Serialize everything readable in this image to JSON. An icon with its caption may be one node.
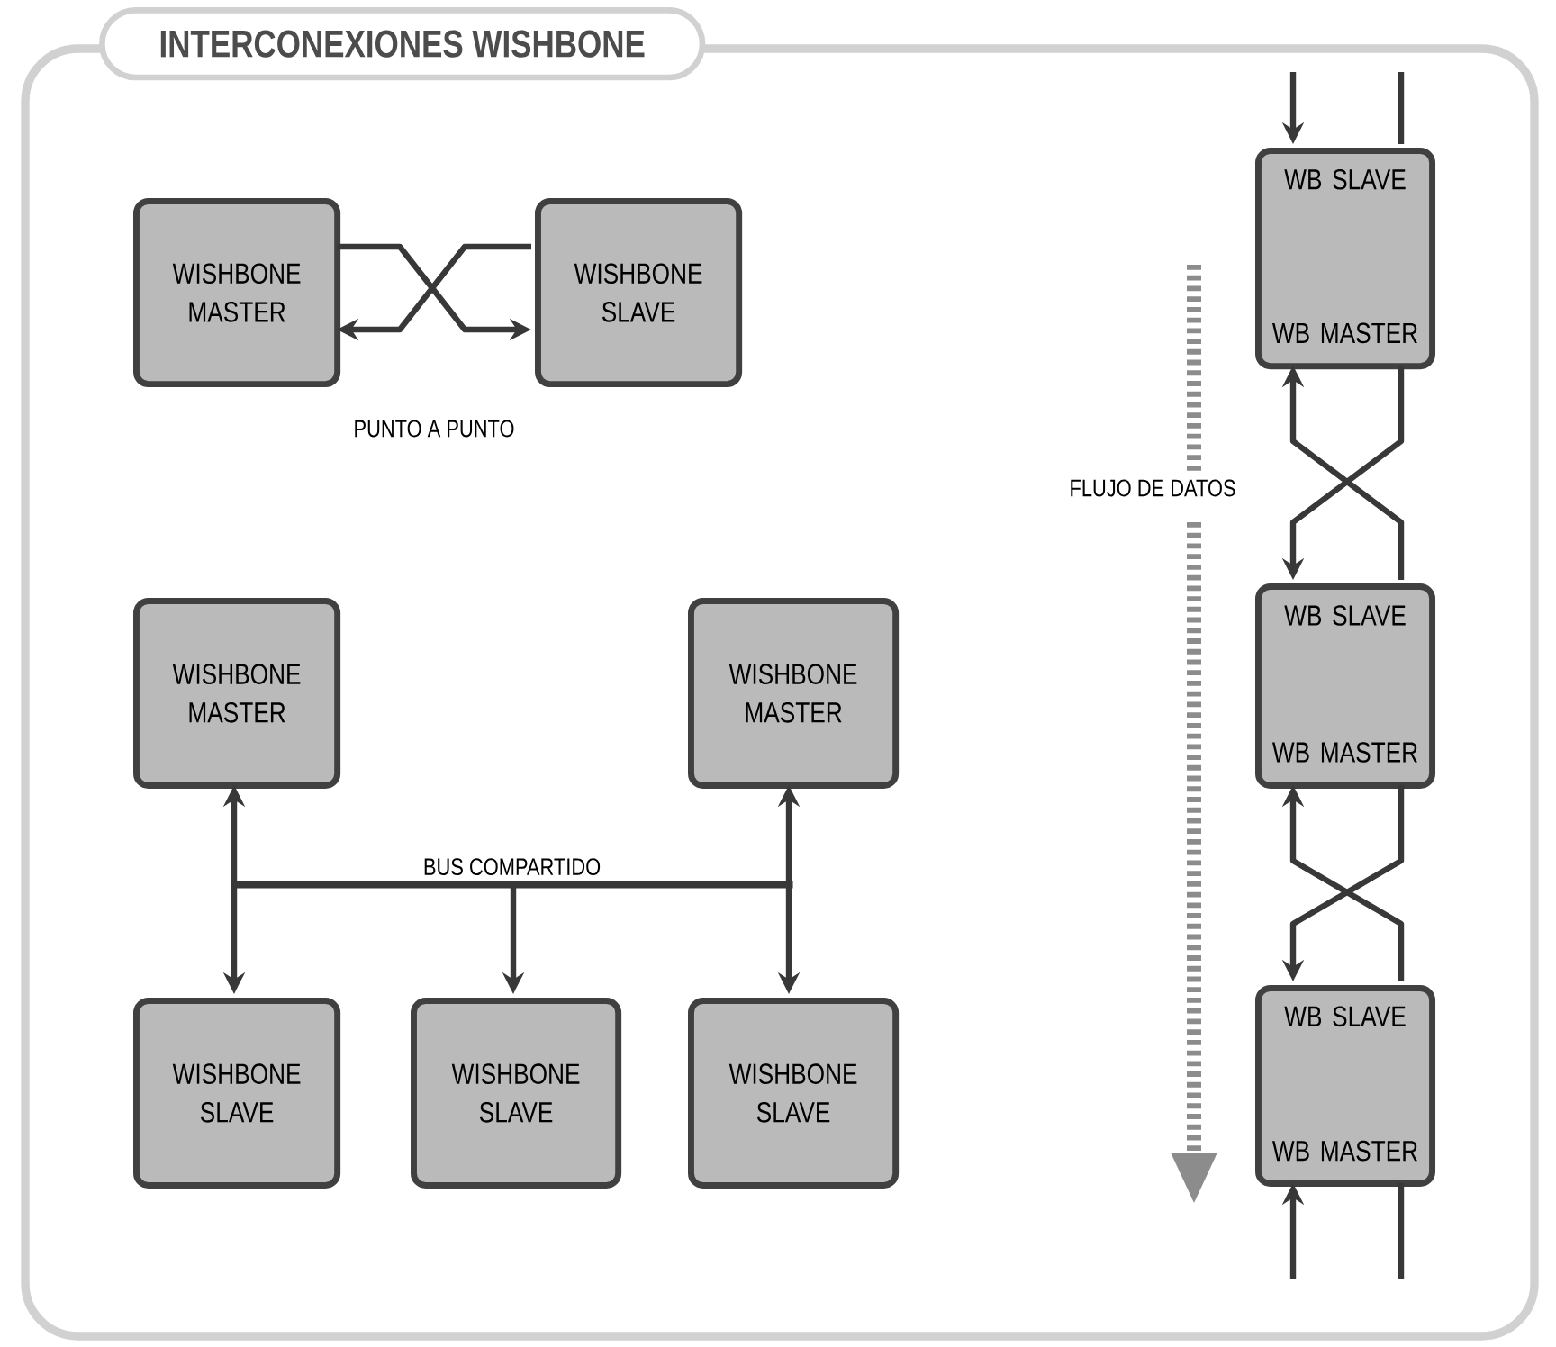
{
  "diagram": {
    "title": "INTERCONEXIONES WISHBONE",
    "nodes": [
      {
        "text": [
          "WISHBONE MASTER"
        ]
      },
      {
        "text": [
          "WISHBONE SLAVE"
        ]
      },
      {
        "text": [
          "WISHBONE MASTER"
        ]
      },
      {
        "text": [
          "WISHBONE MASTER"
        ]
      },
      {
        "text": [
          "BUS COMPARTIDO"
        ]
      },
      {
        "text": [
          "WISHBONE SLAVE"
        ]
      },
      {
        "text": [
          "WISHBONE SLAVE"
        ]
      },
      {
        "text": [
          "WISHBONE SLAVE"
        ]
      },
      {
        "text": [
          "WB SLAVE",
          "WB MASTER"
        ]
      },
      {
        "text": [
          "WB SLAVE",
          "WB MASTER"
        ]
      },
      {
        "text": [
          "WB SLAVE",
          "WB MASTER"
        ]
      }
    ],
    "edges": [
      {
        "from": 0,
        "to": 1,
        "arrow": "to"
      },
      {
        "from": 1,
        "to": 0,
        "arrow": "to"
      },
      {
        "from": 4,
        "to": 2,
        "arrow": "to"
      },
      {
        "from": 4,
        "to": 3,
        "arrow": "to"
      },
      {
        "from": 4,
        "to": 5,
        "arrow": "to"
      },
      {
        "from": 4,
        "to": 6,
        "arrow": "to"
      },
      {
        "from": 4,
        "to": 7,
        "arrow": "to"
      },
      {
        "from": null,
        "to": 8,
        "arrow": "to"
      },
      {
        "from": null,
        "to": 8,
        "arrow": "none"
      },
      {
        "from": 9,
        "to": 8,
        "arrow": "to"
      },
      {
        "from": 8,
        "to": 9,
        "arrow": "to"
      },
      {
        "from": 10,
        "to": 9,
        "arrow": "to"
      },
      {
        "from": 9,
        "to": 10,
        "arrow": "to"
      },
      {
        "from": null,
        "to": 10,
        "arrow": "to"
      },
      {
        "from": 10,
        "to": null,
        "arrow": "none"
      }
    ],
    "labels": [
      "PUNTO A PUNTO",
      "FLUJO DE DATOS"
    ]
  }
}
